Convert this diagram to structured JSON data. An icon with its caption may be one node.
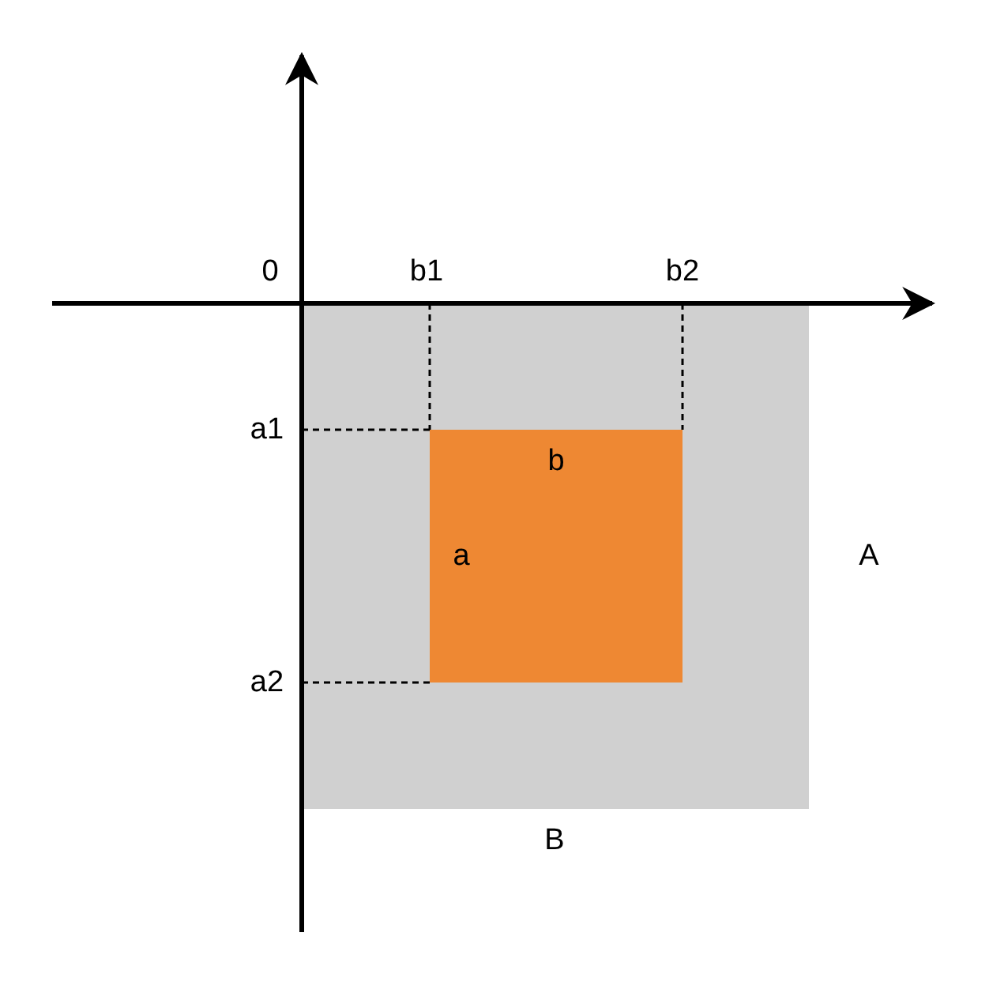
{
  "diagram": {
    "nodes": [
      {
        "text": [],
        "shape": "box",
        "beside": [
          "A",
          "B"
        ]
      },
      {
        "text": [
          "b",
          "a"
        ],
        "in": 0
      }
    ],
    "labels": [
      "0",
      "b1",
      "b2",
      "a1",
      "a2"
    ]
  }
}
